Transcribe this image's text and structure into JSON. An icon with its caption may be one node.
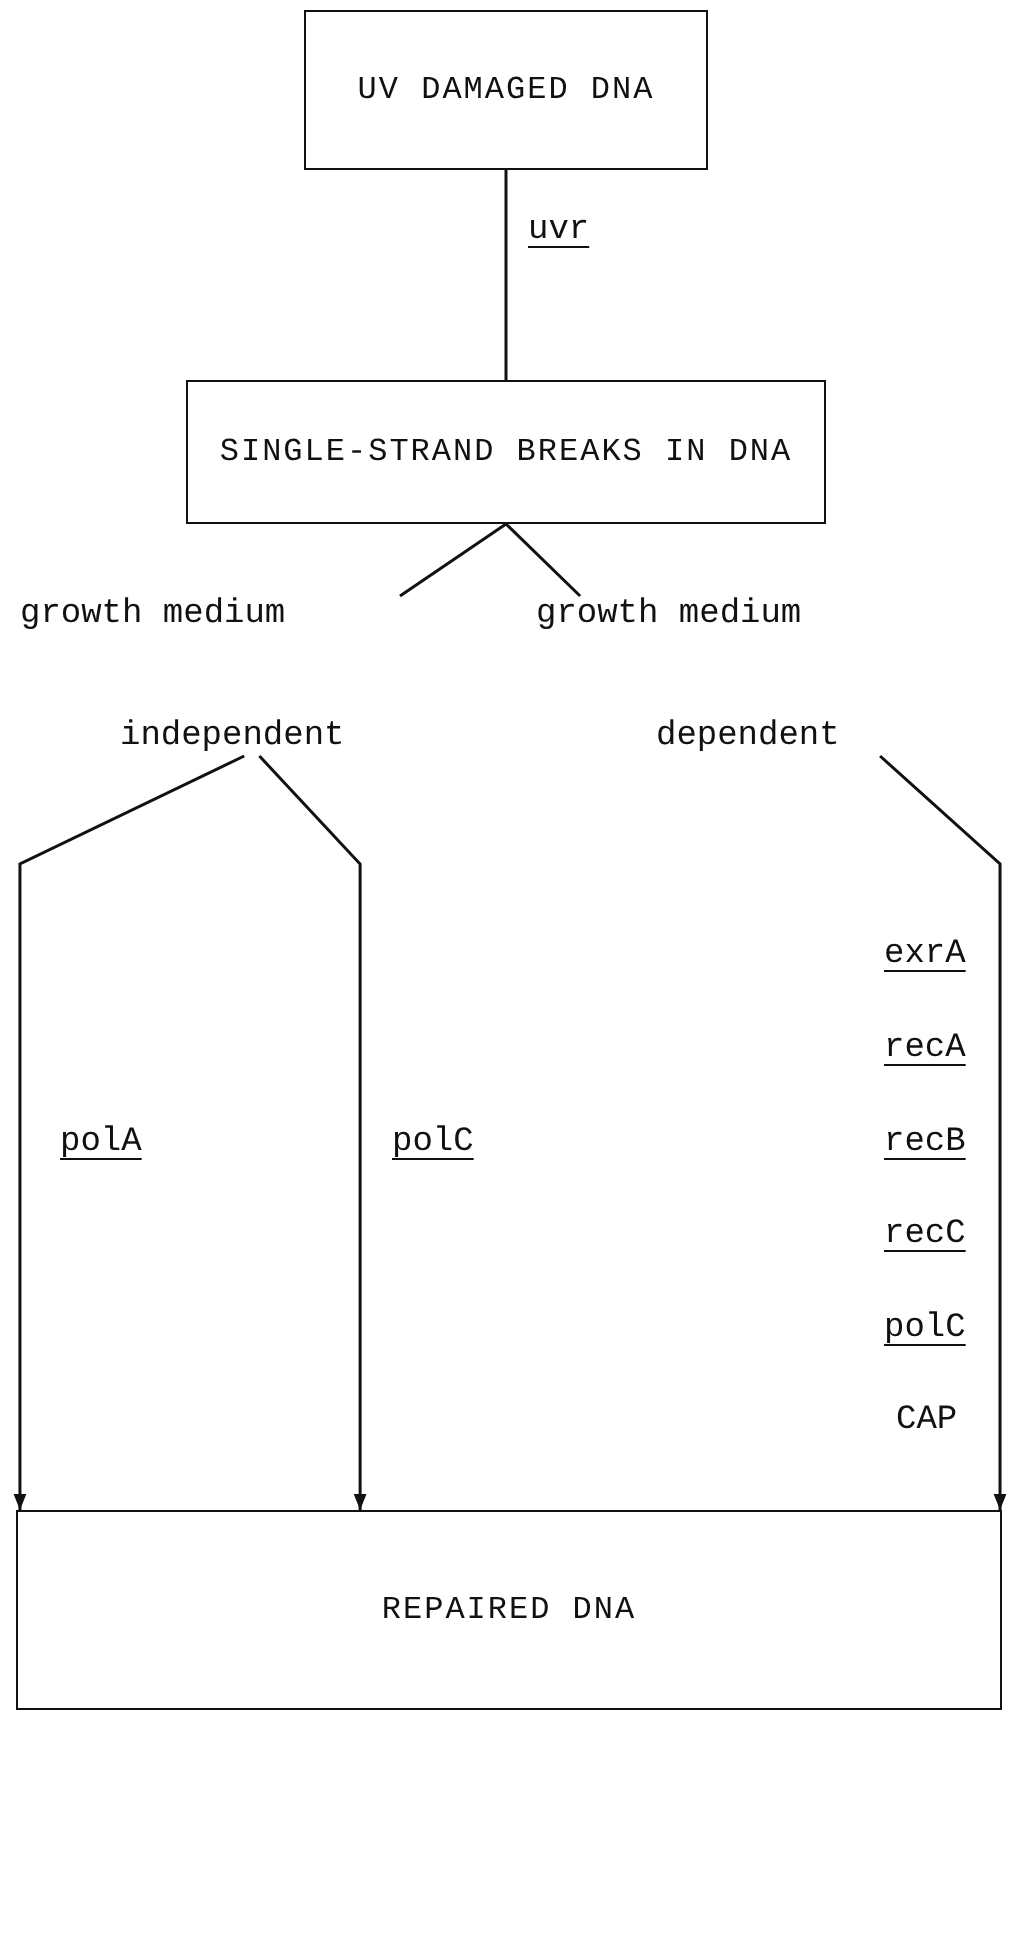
{
  "diagram": {
    "nodes": [
      {
        "text": [
          "UV DAMAGED DNA"
        ]
      },
      {
        "text": [
          "SINGLE-STRAND BREAKS IN DNA"
        ]
      },
      {
        "text": [
          "growth medium",
          "independent"
        ]
      },
      {
        "text": [
          "growth medium",
          "dependent"
        ]
      },
      {
        "text": [
          "REPAIRED DNA"
        ]
      }
    ],
    "edges": [
      {
        "from": 0,
        "to": 1,
        "arrow": "none",
        "label": "uvr"
      },
      {
        "from": 1,
        "to": 2,
        "arrow": "none"
      },
      {
        "from": 1,
        "to": 3,
        "arrow": "none"
      },
      {
        "from": 2,
        "to": 4,
        "arrow": "to",
        "label": "polA"
      },
      {
        "from": 2,
        "to": 4,
        "arrow": "to",
        "label": "polC"
      },
      {
        "from": 3,
        "to": 4,
        "arrow": "to"
      }
    ],
    "labels": [
      "exrA",
      "recA",
      "recB",
      "recC",
      "polC",
      "CAP"
    ]
  }
}
